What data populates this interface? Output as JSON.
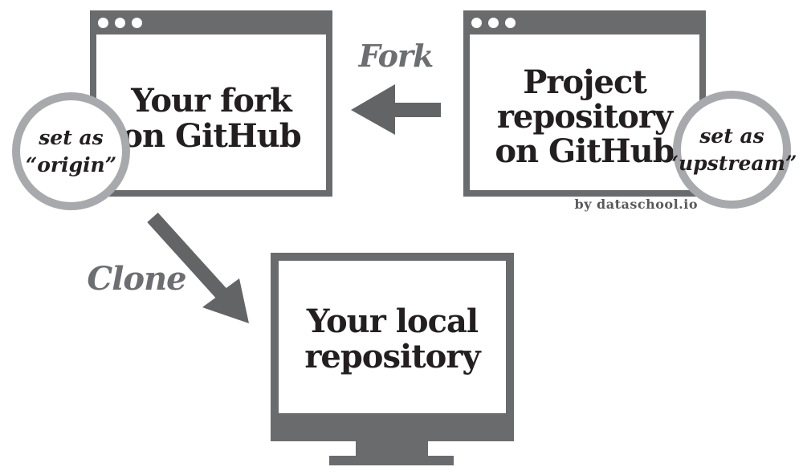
{
  "colors": {
    "window-gray": "#6a6b6d",
    "arrow-gray": "#636466",
    "label-gray": "#6d6e71",
    "badge-border-gray": "#a7a9ac",
    "ink": "#231f20",
    "credit-gray": "#58595b",
    "canvas-bg": "#ffffff"
  },
  "fork_window": {
    "title_line1": "Your fork",
    "title_line2": "on GitHub"
  },
  "project_window": {
    "title_line1": "Project",
    "title_line2": "repository",
    "title_line3": "on GitHub"
  },
  "local_repository": {
    "title_line1": "Your local",
    "title_line2": "repository"
  },
  "origin_badge": {
    "line1": "set as",
    "line2": "“origin”"
  },
  "upstream_badge": {
    "line1": "set as",
    "line2": "“upstream”"
  },
  "labels": {
    "fork": "Fork",
    "clone": "Clone"
  },
  "credit": "by dataschool.io",
  "icons": {
    "fork_arrow": "left-arrow-icon",
    "clone_arrow": "diagonal-down-right-arrow-icon",
    "window_dots": "window-control-dots"
  }
}
